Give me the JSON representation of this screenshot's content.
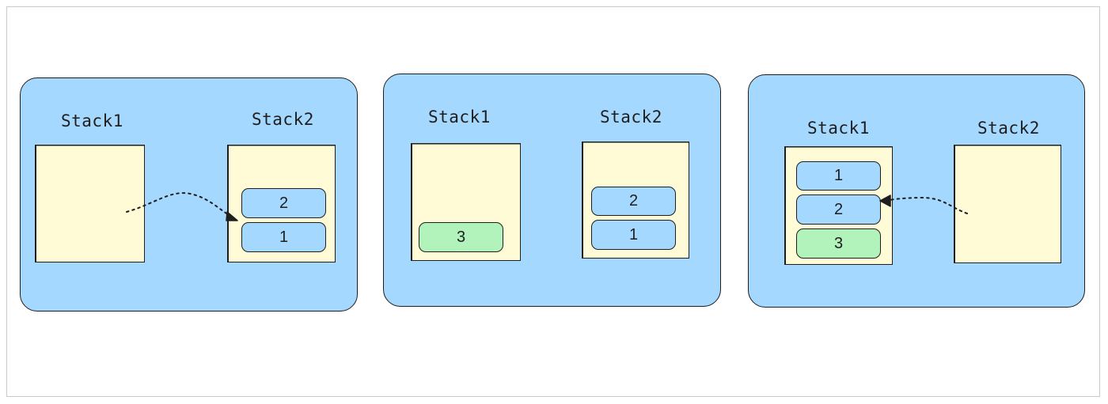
{
  "colors": {
    "panel": "#a5d8ff",
    "stack": "#fffbd6",
    "item_blue": "#a5d8ff",
    "item_green": "#b2f2bb",
    "stroke": "#1e1e1e"
  },
  "panels": [
    {
      "stack1_label": "Stack1",
      "stack2_label": "Stack2",
      "stack1_items": [],
      "stack2_items": [
        "2",
        "1"
      ]
    },
    {
      "stack1_label": "Stack1",
      "stack2_label": "Stack2",
      "stack1_items": [
        "3"
      ],
      "stack2_items": [
        "2",
        "1"
      ]
    },
    {
      "stack1_label": "Stack1",
      "stack2_label": "Stack2",
      "stack1_items": [
        "1",
        "2",
        "3"
      ],
      "stack2_items": []
    }
  ]
}
